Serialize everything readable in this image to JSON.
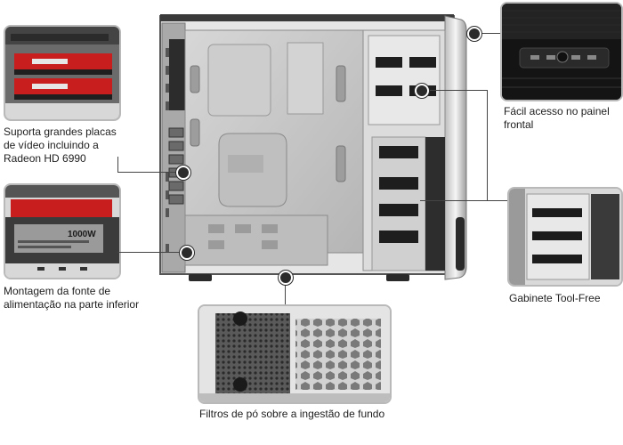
{
  "captions": {
    "graphics": "Suporta grandes placas de vídeo incluindo a Radeon HD 6990",
    "front_panel": "Fácil acesso no painel frontal",
    "psu": "Montagem da fonte de alimentação na parte inferior",
    "toolfree": "Gabinete Tool-Free",
    "dust": "Filtros de pó sobre a ingestão de fundo"
  },
  "psu_label": "1000W",
  "colors": {
    "accent_red": "#c81e1e",
    "frame_gray": "#9a9a9a",
    "panel_gray": "#c8c8c8",
    "dark": "#1f1f1f"
  }
}
